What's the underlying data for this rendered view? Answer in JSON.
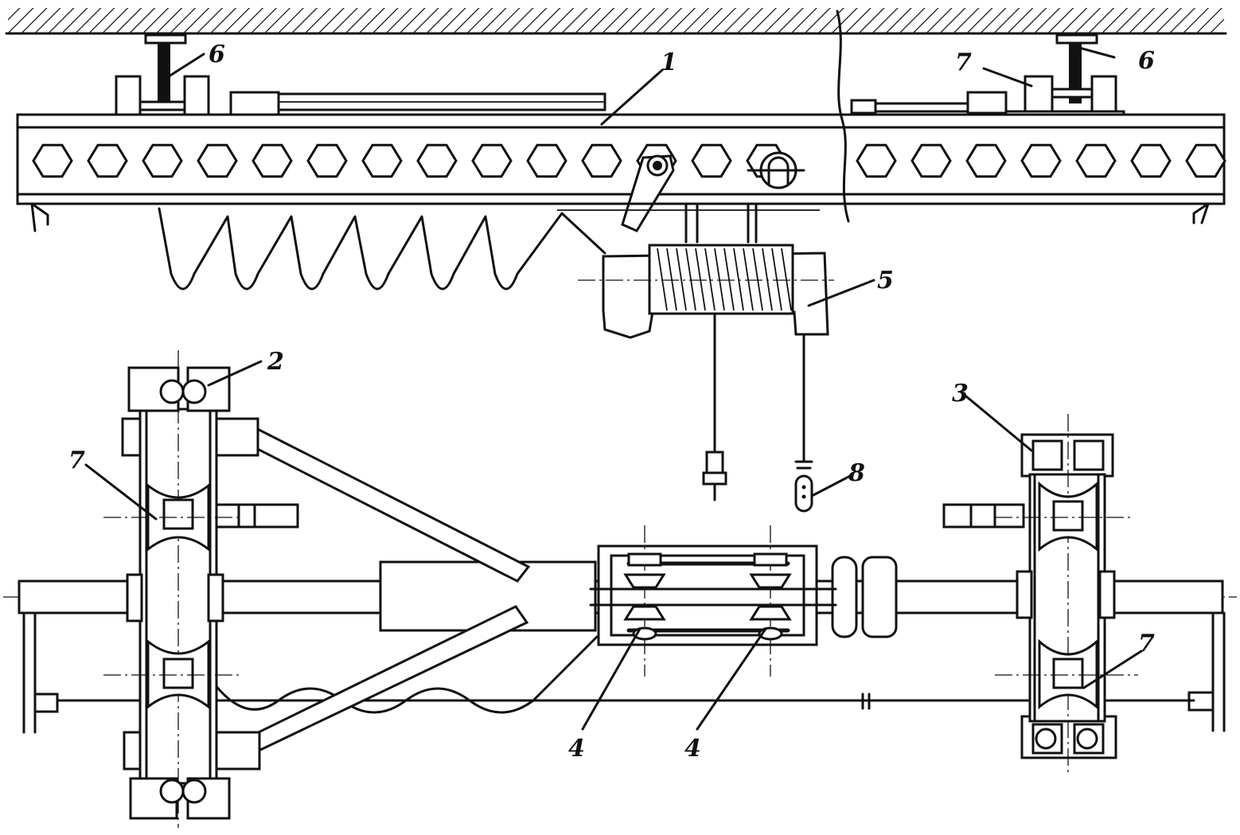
{
  "diagram": {
    "callouts": [
      {
        "id": "c1",
        "text": "1"
      },
      {
        "id": "c2",
        "text": "2"
      },
      {
        "id": "c3",
        "text": "3"
      },
      {
        "id": "c4a",
        "text": "4"
      },
      {
        "id": "c4b",
        "text": "4"
      },
      {
        "id": "c5",
        "text": "5"
      },
      {
        "id": "c6a",
        "text": "6"
      },
      {
        "id": "c6b",
        "text": "6"
      },
      {
        "id": "c7a",
        "text": "7"
      },
      {
        "id": "c7b",
        "text": "7"
      },
      {
        "id": "c7c",
        "text": "7"
      },
      {
        "id": "c8",
        "text": "8"
      }
    ],
    "colors": {
      "ink": "#111111",
      "paper": "#ffffff"
    }
  }
}
